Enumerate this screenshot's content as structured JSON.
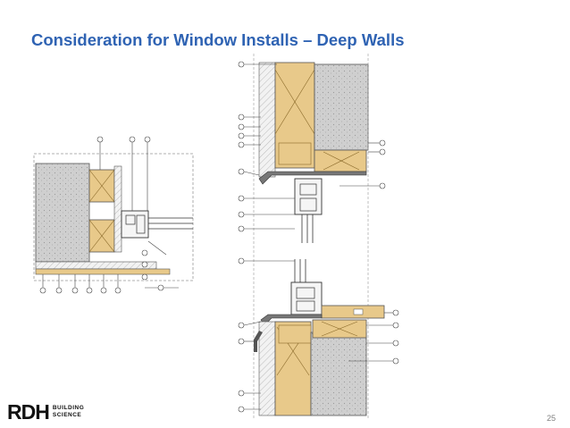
{
  "slide": {
    "title": "Consideration for Window Installs – Deep Walls",
    "page_number": "25"
  },
  "logo": {
    "mark_left": "RD",
    "mark_right": "H",
    "line1": "BUILDING",
    "line2": "SCIENCE",
    "accent_color": "#d7192a"
  },
  "colors": {
    "title": "#2f63b3",
    "insulation": "#e8c98a",
    "concrete": "#c8c8c8",
    "line": "#333333"
  }
}
